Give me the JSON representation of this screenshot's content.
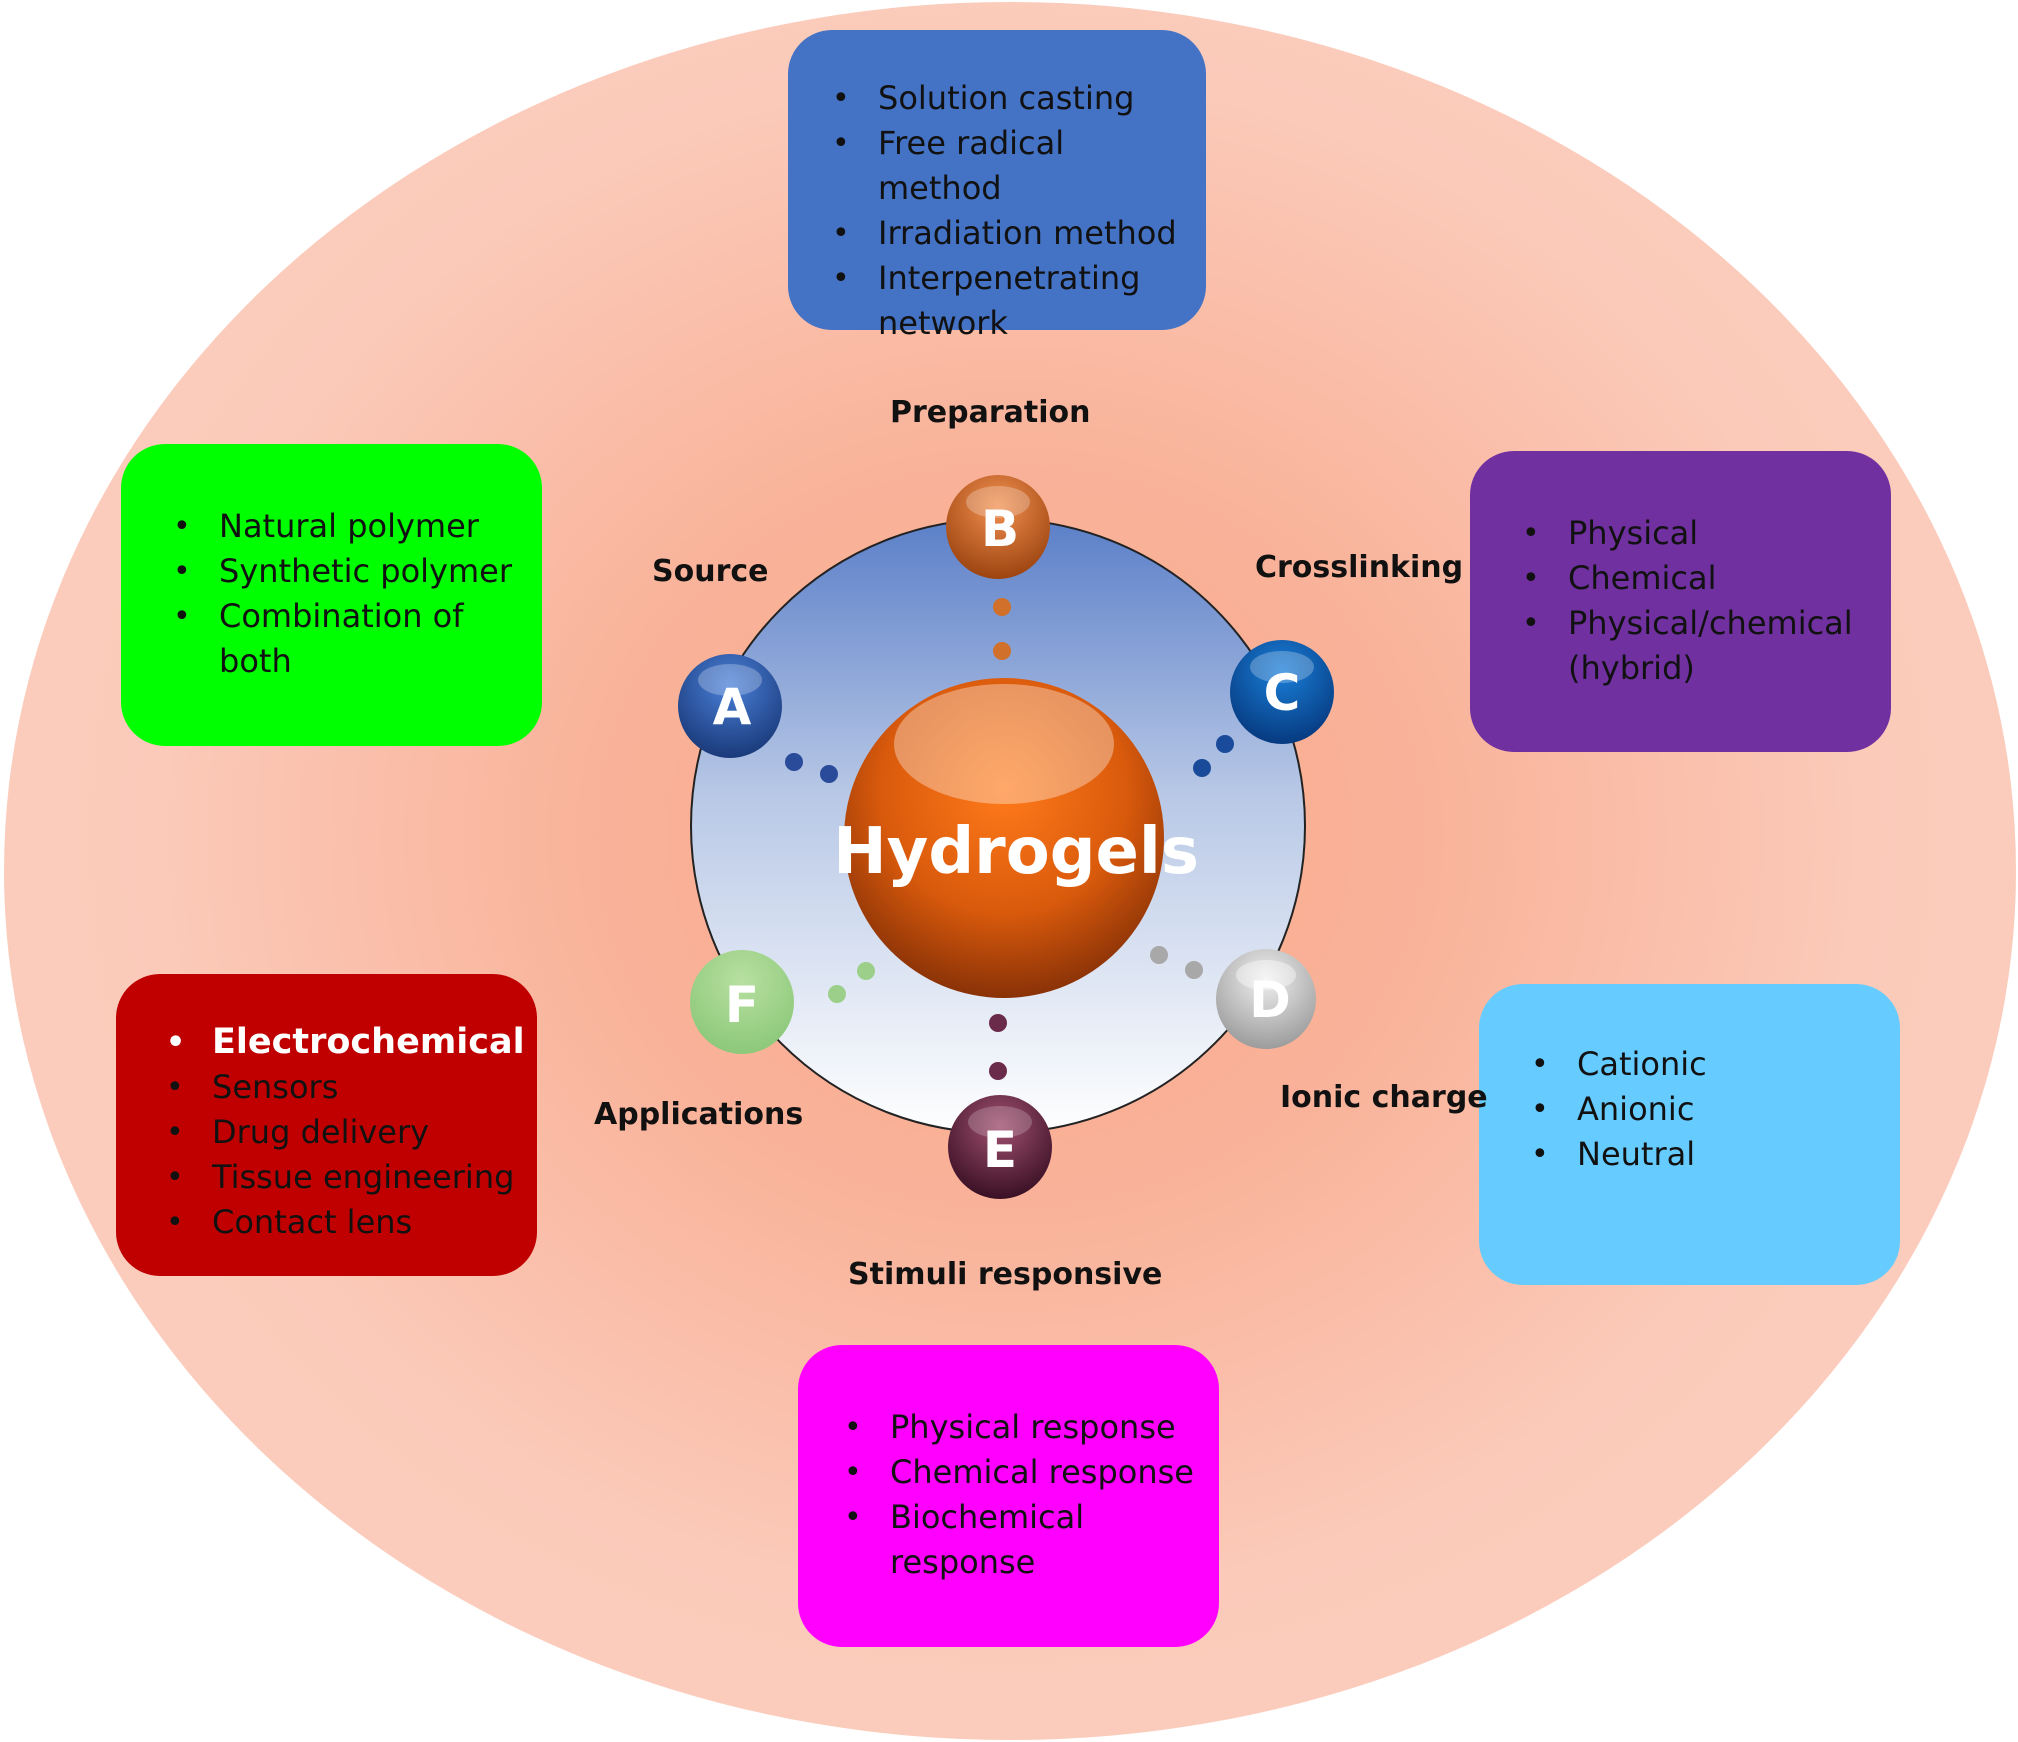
{
  "center": {
    "title": "Hydrogels"
  },
  "categories": {
    "source": {
      "label": "Source",
      "letter": "A",
      "items": [
        "Natural polymer",
        "Synthetic polymer",
        "Combination of both"
      ]
    },
    "preparation": {
      "label": "Preparation",
      "letter": "B",
      "items": [
        "Solution casting",
        "Free radical method",
        "Irradiation method",
        "Interpenetrating network"
      ]
    },
    "crosslinking": {
      "label": "Crosslinking",
      "letter": "C",
      "items": [
        "Physical",
        "Chemical",
        "Physical/chemical (hybrid)"
      ]
    },
    "ionic": {
      "label": "Ionic charge",
      "letter": "D",
      "items": [
        "Cationic",
        "Anionic",
        "Neutral"
      ]
    },
    "stimuli": {
      "label": "Stimuli responsive",
      "letter": "E",
      "items": [
        "Physical response",
        "Chemical response",
        "Biochemical response"
      ]
    },
    "applications": {
      "label": "Applications",
      "letter": "F",
      "items": [
        "Electrochemical",
        "Sensors",
        "Drug delivery",
        "Tissue engineering",
        "Contact lens"
      ]
    }
  },
  "colors": {
    "background": "#fcd3c6",
    "preparation_box": "#4472c4",
    "source_box": "#00ff00",
    "crosslinking_box": "#7030a0",
    "applications_box": "#c00000",
    "ionic_box": "#66ccff",
    "stimuli_box": "#ff00ff",
    "center_ball": "#e0600c"
  }
}
